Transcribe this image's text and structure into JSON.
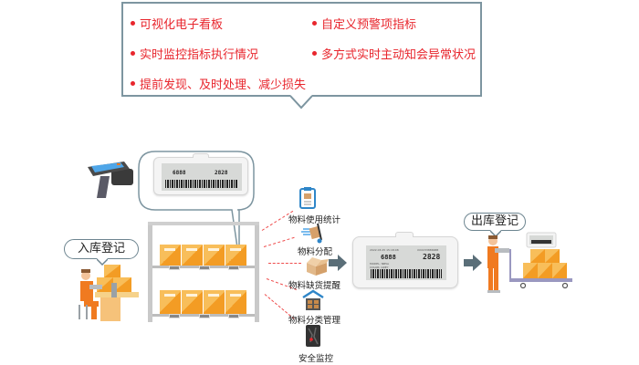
{
  "features": {
    "left": [
      "可视化电子看板",
      "实时监控指标执行情况",
      "提前发现、及时处理、减少损失"
    ],
    "right": [
      "自定义预警项指标",
      "多方式实时主动知会异常状况"
    ]
  },
  "stations": {
    "inbound_label": "入库登记",
    "outbound_label": "出库登记"
  },
  "esl_tag": {
    "date": "2022.03.25 15:18:08",
    "code": "XXX233886688",
    "qty_label": "数量单位",
    "qty": "6888",
    "price_label": "库存位置",
    "value": "2828",
    "model": "MODEL: NB5A",
    "color": "COLOR: GREY"
  },
  "services": [
    {
      "label": "物料使用统计",
      "icon": "clipboard-icon"
    },
    {
      "label": "物料分配",
      "icon": "hand-truck-icon"
    },
    {
      "label": "物料缺货提醒",
      "icon": "open-box-icon"
    },
    {
      "label": "物料分类管理",
      "icon": "warehouse-icon"
    },
    {
      "label": "安全监控",
      "icon": "map-monitor-icon"
    }
  ],
  "colors": {
    "accent_red": "#e8262d",
    "border_gray": "#7d95a0",
    "box_orange": "#f39c24",
    "arrow_slate": "#5a6e78",
    "worker_orange": "#f07a20"
  }
}
